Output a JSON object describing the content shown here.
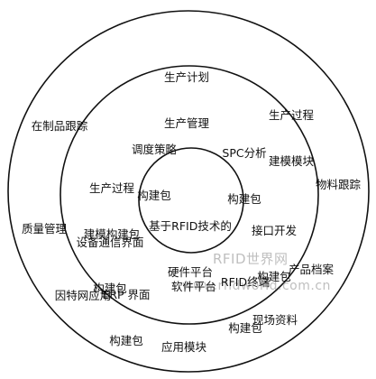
{
  "colors": {
    "line": "#111111",
    "text": "#111111",
    "watermark": "#bfbfbf",
    "background": "#ffffff"
  },
  "center": {
    "line1": "基于RFID技术的",
    "line2": "硬件平台"
  },
  "middle_ring": {
    "scheduling": {
      "line1": "调度策略",
      "line2": "构建包"
    },
    "spc": {
      "line1": "SPC分析",
      "line2": "构建包"
    },
    "process_model": {
      "line1": "生产过程",
      "line2": "建模构建包"
    },
    "interface_dev": {
      "line1": "接口开发",
      "line2": "构建包"
    },
    "device_comm": {
      "line1": "设备通信界面",
      "line2": "构建包"
    },
    "erp": {
      "line1": "ERP 界面",
      "line2": "构建包"
    },
    "rfid_terminal": {
      "line1": "RFID终端",
      "line2": "构建包"
    },
    "software_platform": "软件平台"
  },
  "outer_ring": {
    "production_plan": {
      "line1": "生产计划",
      "line2": "生产管理"
    },
    "process_module": {
      "line1": "生产过程",
      "line2": "建模模块"
    },
    "wip_tracking": "在制品跟踪",
    "material_tracking": "物料跟踪",
    "quality": "质量管理",
    "product_archive": "产品档案",
    "internet_app": "因特网应用",
    "field_data": "现场资料",
    "app_module": "应用模块"
  },
  "watermark": {
    "brand": "RFID世界网",
    "url": "www.rfidworld.com.cn"
  }
}
